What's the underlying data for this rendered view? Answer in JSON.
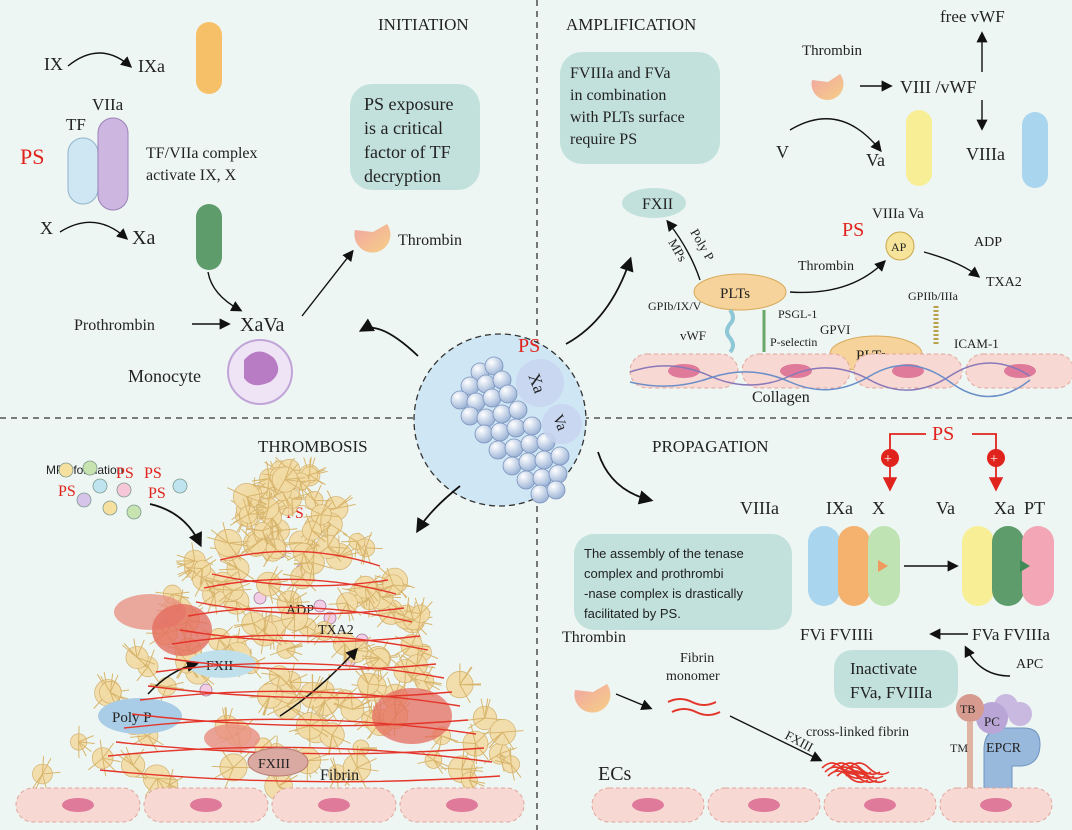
{
  "quadrants": {
    "initiation": "INITIATION",
    "amplification": "AMPLIFICATION",
    "thrombosis": "THROMBOSIS",
    "propagation": "PROPAGATION"
  },
  "center": {
    "ps": "PS",
    "xa": "Xa",
    "va": "Va"
  },
  "initiation": {
    "ix": "IX",
    "ixa": "IXa",
    "viia": "VIIa",
    "tf": "TF",
    "ps": "PS",
    "complex_line1": "TF/VIIa complex",
    "complex_line2": "activate  IX, X",
    "x": "X",
    "xa": "Xa",
    "box_line1": "PS exposure",
    "box_line2": "is a critical",
    "box_line3": "factor of TF",
    "box_line4": "decryption",
    "thrombin": "Thrombin",
    "prothrombin": "Prothrombin",
    "xava": "XaVa",
    "monocyte": "Monocyte"
  },
  "amplification": {
    "box_line1": "FVIIIa and FVa",
    "box_line2": "in combination",
    "box_line3": "with PLTs surface",
    "box_line4": "require PS",
    "free_vwf": "free vWF",
    "thrombin_top": "Thrombin",
    "viii_vwf": "VIII /vWF",
    "v": "V",
    "va": "Va",
    "viiia": "VIIIa",
    "fxii": "FXII",
    "poly_p": "Poly P",
    "mps": "MPs",
    "ps": "PS",
    "viiia_va": "VIIIa Va",
    "ap": "AP",
    "adp": "ADP",
    "txa2": "TXA2",
    "thrombin_mid": "Thrombin",
    "plts": "PLTs",
    "gpib": "GPIb/IX/V",
    "psgl": "PSGL-1",
    "vwf": "vWF",
    "pselectin": "P-selectin",
    "gpvi": "GPVI",
    "gpiib": "GPIIb/IIIa",
    "plts2": "PLTs",
    "icam": "ICAM-1",
    "collagen": "Collagen"
  },
  "thrombosis": {
    "mps_formation": "MPs formation",
    "ps": "PS",
    "adp": "ADP",
    "txa2": "TXA2",
    "fxii": "FXII",
    "poly_p": "Poly P",
    "fxiii": "FXIII",
    "fibrin": "Fibrin"
  },
  "propagation": {
    "ps": "PS",
    "viiia": "VIIIa",
    "ixa": "IXa",
    "x": "X",
    "va": "Va",
    "xa": "Xa",
    "pt": "PT",
    "box_line1": "The assembly of the tenase",
    "box_line2": "complex and prothrombi",
    "box_line3": "-nase complex  is drastically",
    "box_line4": "facilitated by PS.",
    "fvi_fviiii": "FVi FVIIIi",
    "fva_fviiia": "FVa FVIIIa",
    "apc": "APC",
    "inact_line1": "Inactivate",
    "inact_line2": "FVa, FVIIIa",
    "thrombin": "Thrombin",
    "fibrin_line1": "Fibrin",
    "fibrin_line2": "monomer",
    "fxiii": "FXIII",
    "cross_linked": "cross-linked fibrin",
    "tb": "TB",
    "pc": "PC",
    "epcr": "EPCR",
    "tm": "TM",
    "ecs": "ECs"
  }
}
